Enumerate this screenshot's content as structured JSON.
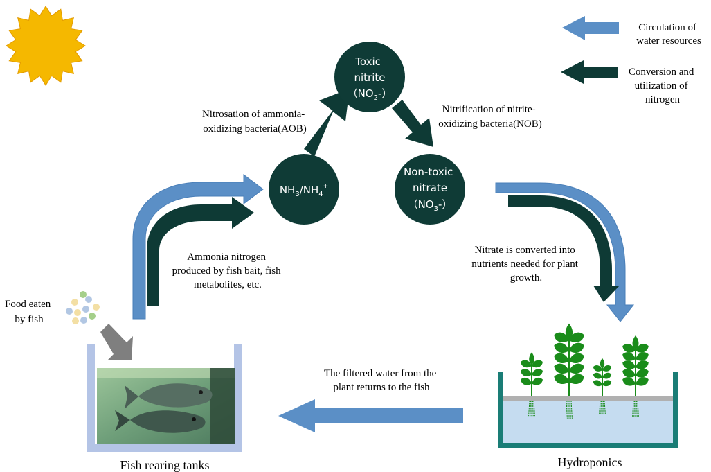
{
  "legend": {
    "blue_arrow_label": [
      "Circulation of",
      "water resources"
    ],
    "dark_arrow_label": [
      "Conversion and",
      "utilization of",
      "nitrogen"
    ]
  },
  "nodes": {
    "toxic_nitrite": [
      "Toxic",
      "nitrite"
    ],
    "toxic_nitrite_formula": {
      "open": "（NO",
      "sub": "2",
      "close": "-）"
    },
    "ammonia_formula": {
      "a": "NH",
      "a_sub": "3",
      "b": "/NH",
      "b_sub": "4",
      "b_sup": "+"
    },
    "non_toxic_nitrate": [
      "Non-toxic",
      "nitrate"
    ],
    "non_toxic_nitrate_formula": {
      "open": "（NO",
      "sub": "3",
      "close": "-）"
    }
  },
  "labels": {
    "aob": [
      "Nitrosation of ammonia-",
      "oxidizing bacteria(AOB)"
    ],
    "nob": [
      "Nitrification of nitrite-",
      "oxidizing bacteria(NOB)"
    ],
    "ammonia_source": [
      "Ammonia nitrogen",
      "produced by fish bait, fish",
      "metabolites, etc."
    ],
    "nitrate_conversion": [
      "Nitrate is converted into",
      "nutrients needed for plant",
      "growth."
    ],
    "filtered_water": [
      "The filtered water from the",
      "plant returns to the fish"
    ],
    "food": [
      "Food eaten",
      "by fish"
    ],
    "fish_tanks": "Fish rearing tanks",
    "hydroponics": "Hydroponics"
  },
  "colors": {
    "blue_arrow": "#5b8fc6",
    "dark_arrow": "#0e3a35",
    "node_fill": "#0f3b36",
    "sun": "#f5b800",
    "tank_frame": "#b4c4e6",
    "hydro_frame": "#1a7d76",
    "water": "#c5dcf0",
    "plant": "#1a8c1a",
    "food_arrow": "#7f7f7f"
  }
}
